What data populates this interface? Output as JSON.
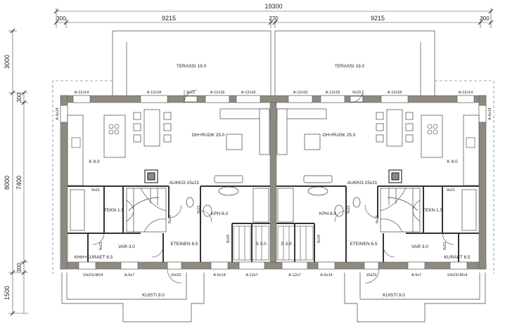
{
  "dimensions": {
    "overall_width": "19300",
    "left_margin": "300",
    "left_bay": "9215",
    "center_wall": "270",
    "right_bay": "9215",
    "right_margin": "300",
    "terrace_depth": "3000",
    "wall_top": "300",
    "overall_depth": "8000",
    "inner_depth": "7400",
    "wall_bottom": "300",
    "porch_depth": "1500"
  },
  "rooms": {
    "terrace_left": "TERASSI 19.0",
    "terrace_right": "TERASSI 19.0",
    "living_left": "OH+RUOK 25.0",
    "living_right": "OH+RUOK 25.0",
    "kitchen_left": "K 9.0",
    "kitchen_right": "K 9.0",
    "opening_left": "AUKKO-15x21",
    "opening_right": "AUKKO-15x21",
    "tech_left": "TEKN 1.5",
    "tech_right": "TEKN 1.5",
    "bath_left": "KPH 8.0",
    "bath_right": "KPH 8.0",
    "sauna_left": "S 3.0",
    "sauna_right": "S 3.0",
    "storage_left": "VAR 3.0",
    "storage_right": "VAR 3.0",
    "hall_left": "ETEINEN 6.5",
    "hall_right": "ETEINEN 6.5",
    "wardrobe_left": "KHH+KURAET 6.5",
    "wardrobe_right": "KURAET 6.5",
    "porch_left": "KUISTI 9.0",
    "porch_right": "KUISTI 9.0"
  },
  "windows": {
    "top_l1": "A-12x14",
    "top_l2": "A-12x18",
    "top_door_l": "9x23",
    "top_l3": "A-12x18",
    "top_l4": "A-12x18",
    "top_r1": "A-12x18",
    "top_r2": "A-12x18",
    "top_door_r": "9x23",
    "top_r3": "A-12x18",
    "top_r4": "A-12x14",
    "side_left": "A-5x14",
    "side_right": "A-5x14",
    "bot_l1": "10x23+M14",
    "bot_l2": "A-5x7",
    "bot_l3": "10x23",
    "bot_l4": "A-5x14",
    "bot_l5": "A-12x7",
    "bot_r1": "A-12x7",
    "bot_r2": "A-5x14",
    "bot_r3": "10x23",
    "bot_r4": "A-5x7",
    "bot_r5": "10x23+M14"
  },
  "doors": {
    "d_tech_l": "9x21",
    "d_tech_r": "9x21",
    "d_wc_l": "9x21",
    "d_wc_r": "9x21",
    "d_hall_l": "9x21",
    "d_hall_r": "9x21",
    "d_bath_l": "9x19",
    "d_bath_r": "9x19",
    "d_stor_l": "9x21",
    "d_stor_r": "9x21"
  },
  "colors": {
    "wall": "#8f8a80",
    "line": "#333333",
    "dim": "#555555"
  }
}
